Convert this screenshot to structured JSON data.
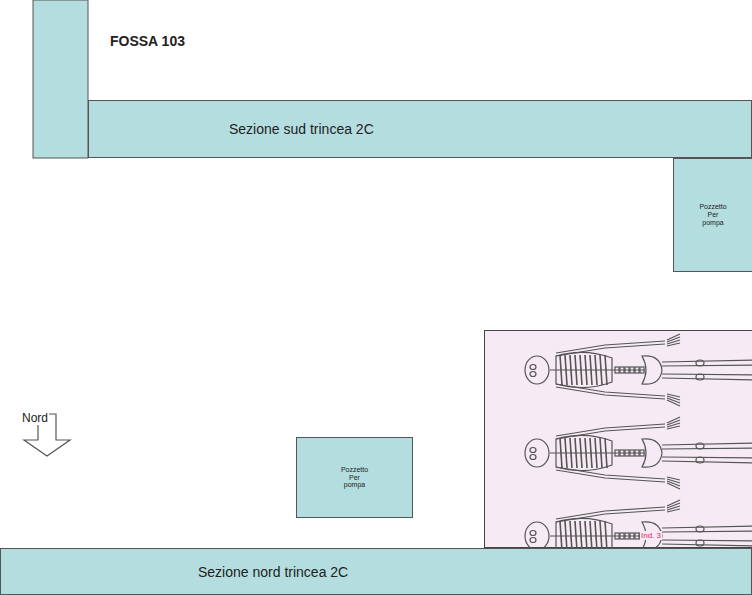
{
  "diagram": {
    "title": "FOSSA 103",
    "nodes": [
      {
        "text": [
          "Sezione sud trincea 2C"
        ]
      },
      {
        "text": [
          "Pozzetto Per pompa"
        ]
      },
      {
        "text": [
          "Pozzetto Per pompa"
        ]
      },
      {
        "text": [
          "Sezione nord trincea 2C"
        ]
      }
    ],
    "labels": [
      "Nord",
      "Ind. 3"
    ]
  }
}
